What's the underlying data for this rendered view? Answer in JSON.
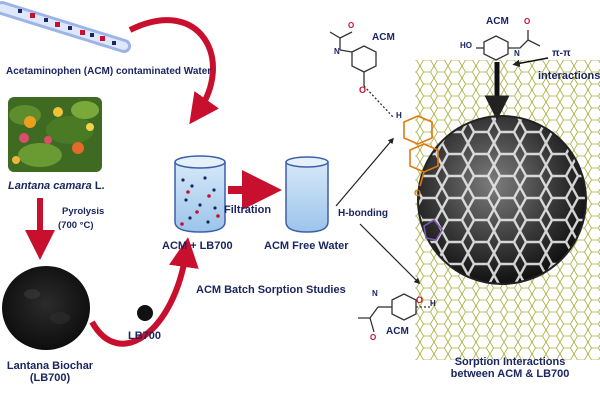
{
  "labels": {
    "contaminated_water": "Acetaminophen (ACM) contaminated Water",
    "plant_name": "Lantana camara",
    "plant_suffix": " L.",
    "pyrolysis": "Pyrolysis",
    "pyrolysis_temp": "(700 °C)",
    "biochar_line1": "Lantana Biochar",
    "biochar_line2": "(LB700)",
    "lb700": "LB700",
    "acm_lb700": "ACM + LB700",
    "filtration": "Filtration",
    "acm_free_water": "ACM Free Water",
    "batch_studies": "ACM Batch Sorption Studies",
    "h_bonding": "H-bonding",
    "acm_top_left": "ACM",
    "acm_top_right": "ACM",
    "acm_bottom": "ACM",
    "pi_pi": "π-π",
    "interactions": "interactions",
    "sorption_line1": "Sorption Interactions",
    "sorption_line2": "between ACM & LB700",
    "atom_o1": "O",
    "atom_o2": "O",
    "atom_o3": "O",
    "atom_nh1": "N",
    "atom_nh2": "N",
    "atom_nh3": "N",
    "atom_ho": "HO",
    "atom_h1": "H",
    "atom_h2": "H",
    "atom_o_hb1": "O",
    "atom_o_hb2": "O"
  },
  "colors": {
    "label_blue": "#1b2660",
    "arrow_red": "#c8102e",
    "water_blue": "#bcd8f2",
    "biochar_green": "#8a8f2a",
    "carboxyl_orange": "#e07a10",
    "phenol_purple": "#7a5ab0"
  }
}
